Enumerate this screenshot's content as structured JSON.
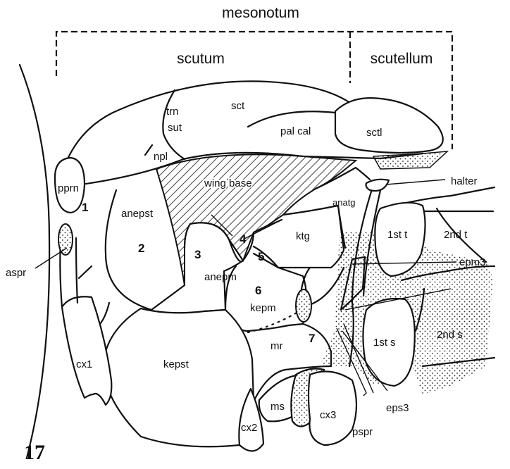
{
  "headers": {
    "mesonotum": "mesonotum",
    "scutum": "scutum",
    "scutellum": "scutellum"
  },
  "figure_number": "17",
  "labels": {
    "trn": "trn",
    "sut": "sut",
    "sct": "sct",
    "pal_cal": "pal cal",
    "sctl": "sctl",
    "npl": "npl",
    "wing_base": "wing base",
    "pprn": "pprn",
    "anepst": "anepst",
    "anatg": "anatg",
    "ktg": "ktg",
    "first_t": "1st t",
    "second_t": "2nd t",
    "halter": "halter",
    "aspr": "aspr",
    "anepm": "anepm",
    "kepm": "kepm",
    "epm3": "epm3",
    "mr": "mr",
    "first_s": "1st s",
    "second_s": "2nd s",
    "cx1": "cx1",
    "kepst": "kepst",
    "eps3": "eps3",
    "ms": "ms",
    "cx3": "cx3",
    "pspr": "pspr",
    "cx2": "cx2"
  },
  "numbers": {
    "n1": "1",
    "n2": "2",
    "n3": "3",
    "n4": "4",
    "n5": "5",
    "n6": "6",
    "n7": "7"
  }
}
